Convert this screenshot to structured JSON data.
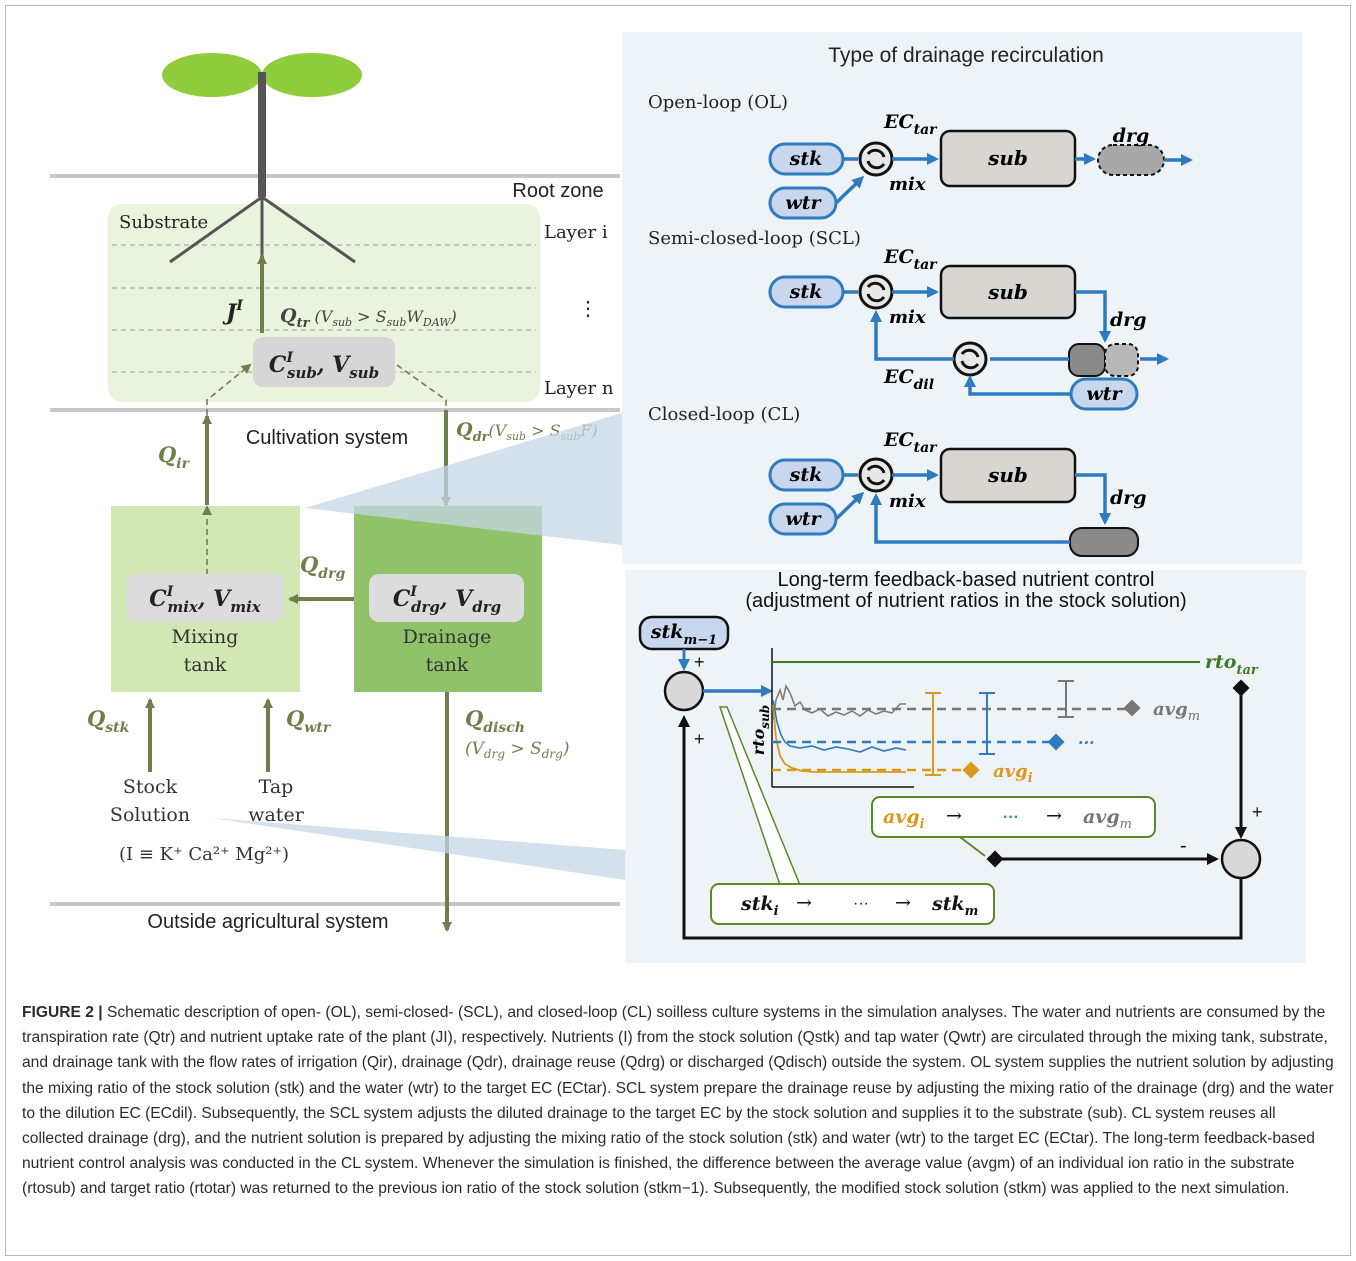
{
  "figure": {
    "left": {
      "root_zone": "Root zone",
      "substrate": "Substrate",
      "layer_i": "Layer i",
      "dots_vertical": "⋮",
      "layer_n": "Layer n",
      "j_label": "J",
      "j_sup": "I",
      "q_tr": "Q",
      "q_tr_sub": "tr",
      "q_tr_cond": "(V",
      "q_tr_cond_sub": "sub",
      "q_tr_cond2": " > S",
      "q_tr_cond2_sub": "sub",
      "q_tr_cond3": "W",
      "q_tr_cond3_sub": "DAW",
      "q_tr_cond_end": ")",
      "sub_box": {
        "c": "C",
        "sup": "I",
        "sub": "sub",
        "v": ", V",
        "vsub": "sub"
      },
      "cultivation": "Cultivation system",
      "q_ir": "Q",
      "q_ir_sub": "ir",
      "q_dr": "Q",
      "q_dr_sub": "dr",
      "q_dr_cond": "(V",
      "q_dr_cond_sub": "sub",
      "q_dr_cond2": " > S",
      "q_dr_cond2_sub": "sub",
      "q_dr_cond3": "F)",
      "q_drg": "Q",
      "q_drg_sub": "drg",
      "mix_box": {
        "c": "C",
        "sup": "I",
        "sub": "mix",
        "v": ", V",
        "vsub": "mix"
      },
      "drg_box": {
        "c": "C",
        "sup": "I",
        "sub": "drg",
        "v": ", V",
        "vsub": "drg"
      },
      "mixing_tank": [
        "Mixing",
        "tank"
      ],
      "drainage_tank": [
        "Drainage",
        "tank"
      ],
      "q_stk": "Q",
      "q_stk_sub": "stk",
      "q_wtr": "Q",
      "q_wtr_sub": "wtr",
      "q_disch": "Q",
      "q_disch_sub": "disch",
      "q_disch_cond": "(V",
      "q_disch_cond_sub": "drg",
      "q_disch_cond2": " > S",
      "q_disch_cond2_sub": "drg",
      "q_disch_cond3": ")",
      "stock_solution": [
        "Stock",
        "Solution"
      ],
      "tap_water": [
        "Tap",
        "water"
      ],
      "ions": "(I ≡ K⁺ Ca²⁺ Mg²⁺)",
      "outside": "Outside agricultural system"
    },
    "recirc": {
      "title": "Type of drainage recirculation",
      "ol": "Open-loop  (OL)",
      "scl": "Semi-closed-loop  (SCL)",
      "cl": "Closed-loop  (CL)",
      "stk": "stk",
      "wtr": "wtr",
      "sub": "sub",
      "drg": "drg",
      "mix": "mix",
      "ec": "EC",
      "ec_tar": "tar",
      "ec_dil": "dil"
    },
    "feedback": {
      "title1": "Long-term feedback-based nutrient control",
      "title2": "(adjustment of nutrient ratios in the stock solution)",
      "stk_prev": "stk",
      "stk_prev_sub": "m−1",
      "plus": "+",
      "minus": "-",
      "rto_tar": "rto",
      "rto_tar_sub": "tar",
      "rto_sub": "rto",
      "rto_sub_sub": "sub",
      "avg_m": "avg",
      "avg_m_sub": "m",
      "avg_i": "avg",
      "avg_i_sub": "i",
      "ellipsis": "···",
      "arrow": "→",
      "stk_i": "stk",
      "stk_i_sub": "i",
      "stk_m": "stk",
      "stk_m_sub": "m"
    },
    "colors": {
      "olive": "#6f7f4b",
      "blue": "#2f7bbf",
      "light_green": "#d2e7b4",
      "mid_green": "#90c26a",
      "panel_bg": "#eef3f8",
      "gray_box": "#dcdcdc",
      "orange": "#d99a1a",
      "dark_gray_line": "#707070"
    }
  },
  "caption": {
    "label": "FIGURE 2 |",
    "text": " Schematic description of open- (OL), semi-closed- (SCL), and closed-loop (CL) soilless culture systems in the simulation analyses. The water and nutrients are consumed by the transpiration rate (Qtr) and nutrient uptake rate of the plant (JI), respectively. Nutrients (I) from the stock solution (Qstk) and tap water (Qwtr) are circulated through the mixing tank, substrate, and drainage tank with the flow rates of irrigation (Qir), drainage (Qdr), drainage reuse (Qdrg) or discharged (Qdisch) outside the system. OL system supplies the nutrient solution by adjusting the mixing ratio of the stock solution (stk) and the water (wtr) to the target EC (ECtar). SCL system prepare the drainage reuse by adjusting the mixing ratio of the drainage (drg) and the water to the dilution EC (ECdil). Subsequently, the SCL system adjusts the diluted drainage to the target EC by the stock solution and supplies it to the substrate (sub). CL system reuses all collected drainage (drg), and the nutrient solution is prepared by adjusting the mixing ratio of the stock solution (stk) and water (wtr) to the target EC (ECtar). The long-term feedback-based nutrient control analysis was conducted in the CL system. Whenever the simulation is finished, the difference between the average value (avgm) of an individual ion ratio in the substrate (rtosub) and target ratio (rtotar) was returned to the previous ion ratio of the stock solution (stkm−1). Subsequently, the modified stock solution (stkm) was applied to the next simulation."
  }
}
